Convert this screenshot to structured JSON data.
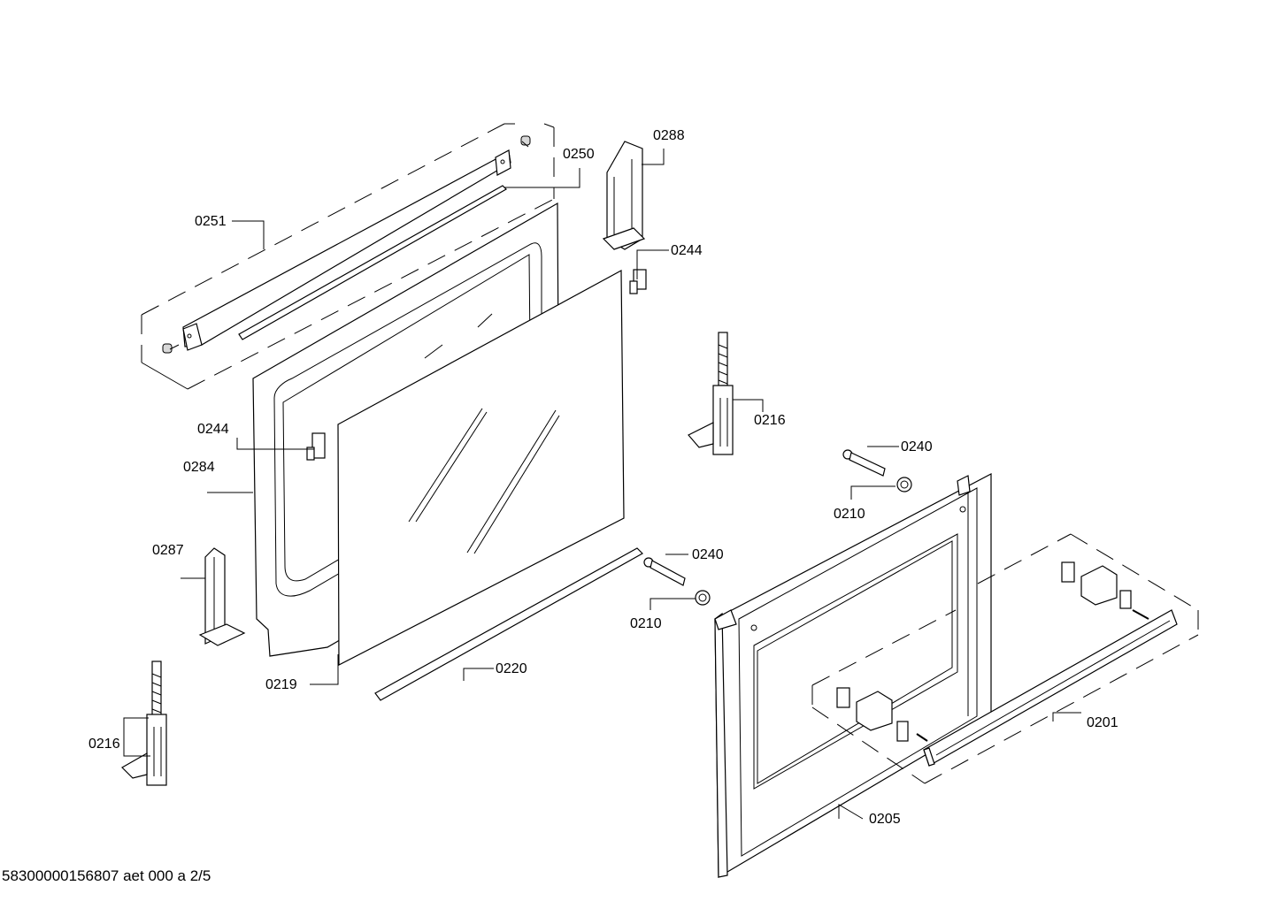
{
  "labels": {
    "p0288": "0288",
    "p0250": "0250",
    "p0251": "0251",
    "p0244a": "0244",
    "p0244b": "0244",
    "p0216a": "0216",
    "p0216b": "0216",
    "p0284": "0284",
    "p0240a": "0240",
    "p0240b": "0240",
    "p0210a": "0210",
    "p0210b": "0210",
    "p0287": "0287",
    "p0219": "0219",
    "p0220": "0220",
    "p0201": "0201",
    "p0205": "0205"
  },
  "footer": "58300000156807 aet 000 a 2/5"
}
